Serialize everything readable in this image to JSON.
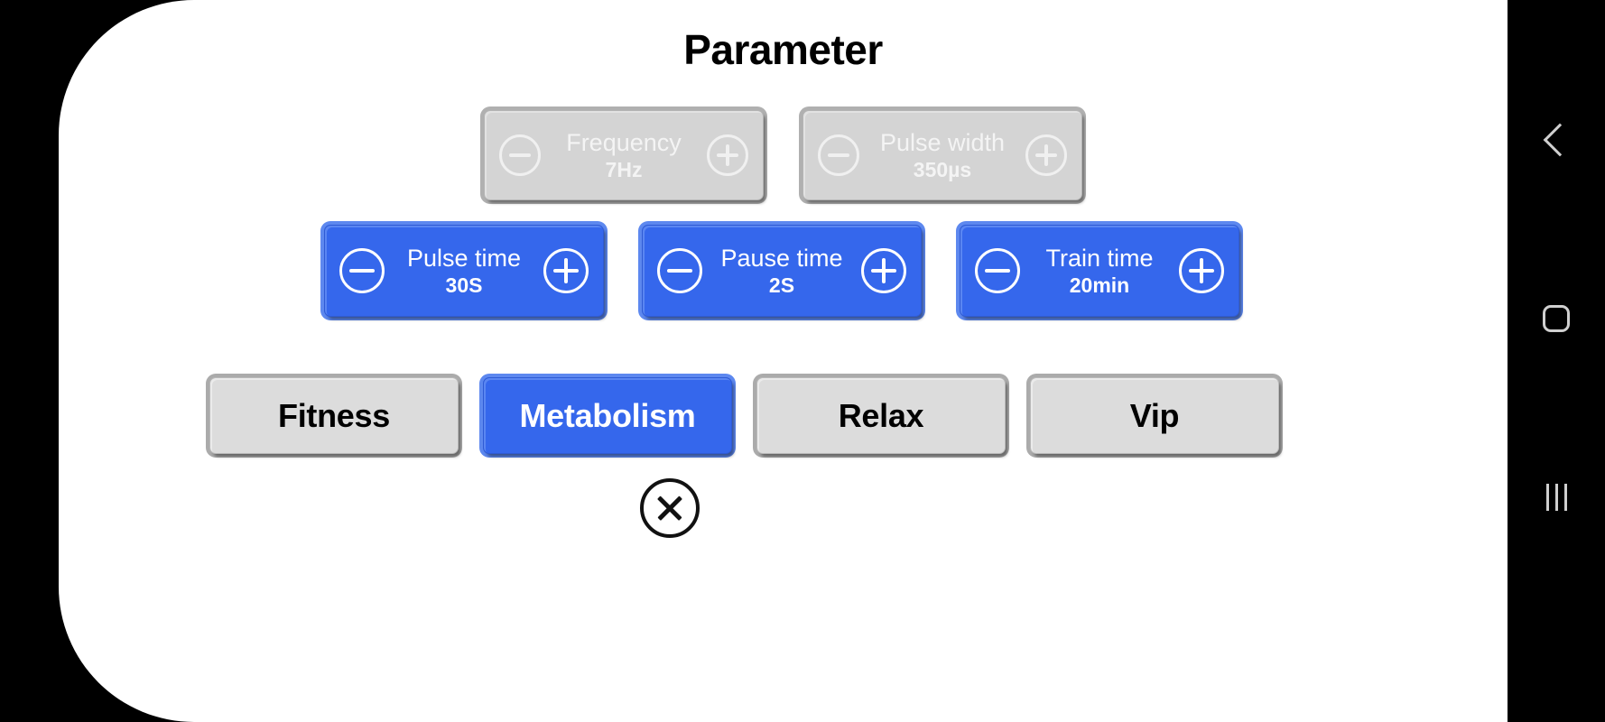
{
  "page": {
    "title": "Parameter"
  },
  "steppers": {
    "row1": [
      {
        "name": "Frequency",
        "value": "7Hz",
        "variant": "grey",
        "decrement_icon": "minus-circle-icon",
        "increment_icon": "plus-circle-icon"
      },
      {
        "name": "Pulse width",
        "value": "350µs",
        "variant": "grey",
        "decrement_icon": "minus-circle-icon",
        "increment_icon": "plus-circle-icon"
      }
    ],
    "row2": [
      {
        "name": "Pulse time",
        "value": "30S",
        "variant": "blue",
        "decrement_icon": "minus-circle-icon",
        "increment_icon": "plus-circle-icon"
      },
      {
        "name": "Pause time",
        "value": "2S",
        "variant": "blue",
        "decrement_icon": "minus-circle-icon",
        "increment_icon": "plus-circle-icon"
      },
      {
        "name": "Train time",
        "value": "20min",
        "variant": "blue",
        "decrement_icon": "minus-circle-icon",
        "increment_icon": "plus-circle-icon"
      }
    ]
  },
  "modes": [
    {
      "label": "Fitness",
      "selected": false
    },
    {
      "label": "Metabolism",
      "selected": true
    },
    {
      "label": "Relax",
      "selected": false
    },
    {
      "label": "Vip",
      "selected": false
    }
  ],
  "close_button": {
    "icon": "close-circle-icon"
  },
  "navbar": {
    "back_icon": "chevron-left-icon",
    "home_icon": "home-square-icon",
    "recents_icon": "recents-bars-icon"
  },
  "colors": {
    "accent_blue": "#3567ec",
    "accent_blue_light": "#5d88ef",
    "grey_fill": "#d4d4d4",
    "grey_button_fill": "#dcdcdc",
    "panel_bg": "#ffffff",
    "screen_bg": "#000000",
    "nav_icon": "#cfcfcf"
  }
}
